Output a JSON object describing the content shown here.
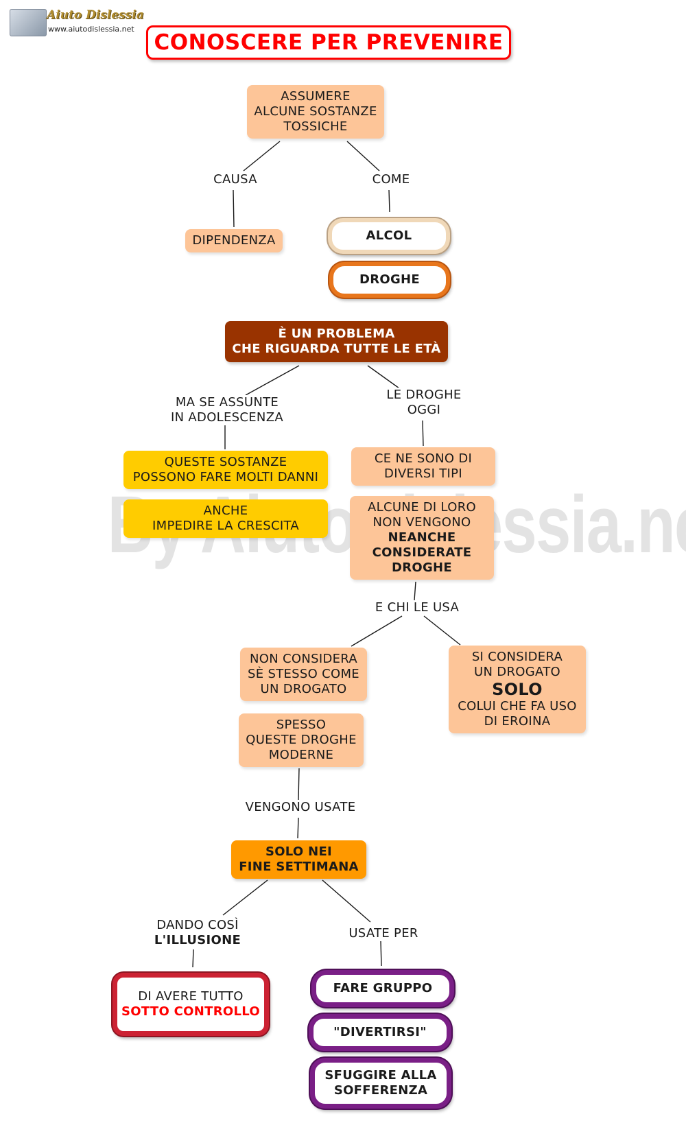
{
  "logo": {
    "name": "Aiuto Dislessia",
    "url": "www.aiutodislessia.net"
  },
  "title": "CONOSCERE PER PREVENIRE",
  "watermark": "By AiutoDislessia.net",
  "nodes": {
    "assumere": [
      "ASSUMERE",
      "ALCUNE SOSTANZE",
      "TOSSICHE"
    ],
    "dipendenza": "DIPENDENZA",
    "alcol": "ALCOL",
    "droghe": "DROGHE",
    "problema": [
      "È UN PROBLEMA",
      "CHE RIGUARDA TUTTE LE ETÀ"
    ],
    "danni": [
      "QUESTE SOSTANZE",
      "POSSONO FARE MOLTI DANNI"
    ],
    "crescita": [
      "ANCHE",
      "IMPEDIRE LA CRESCITA"
    ],
    "tipi": [
      "CE NE SONO DI",
      "DIVERSI TIPI"
    ],
    "alcune": [
      "ALCUNE DI LORO",
      "NON VENGONO",
      "NEANCHE",
      "CONSIDERATE",
      "DROGHE"
    ],
    "non_considera": [
      "NON CONSIDERA",
      "SÈ STESSO COME",
      "UN DROGATO"
    ],
    "si_considera": [
      "SI CONSIDERA",
      "UN DROGATO",
      "SOLO",
      "COLUI CHE FA USO",
      "DI EROINA"
    ],
    "spesso": [
      "SPESSO",
      "QUESTE DROGHE",
      "MODERNE"
    ],
    "weekend": [
      "SOLO NEI",
      "FINE SETTIMANA"
    ],
    "controllo": [
      "DI AVERE TUTTO",
      "SOTTO CONTROLLO"
    ],
    "gruppo": "FARE GRUPPO",
    "divertirsi": "\"DIVERTIRSI\"",
    "sofferenza": [
      "SFUGGIRE ALLA",
      "SOFFERENZA"
    ]
  },
  "labels": {
    "causa": "CAUSA",
    "come": "COME",
    "adolescenza": [
      "MA SE ASSUNTE",
      "IN ADOLESCENZA"
    ],
    "droghe_oggi": [
      "LE DROGHE",
      "OGGI"
    ],
    "chi_le_usa": "E CHI LE USA",
    "vengono_usate": "VENGONO USATE",
    "illusione": [
      "DANDO COSÌ",
      "L'ILLUSIONE"
    ],
    "usate_per": "USATE PER"
  },
  "colors": {
    "peach": "#fdc598",
    "yellow": "#ffcc00",
    "brown": "#993300",
    "orange": "#ff9900",
    "title_red": "#ff0000",
    "alcol_border": "#f0d8b8",
    "droghe_border": "#e8761c",
    "controllo_border": "#cc2233",
    "purple_border": "#7a1f86"
  }
}
